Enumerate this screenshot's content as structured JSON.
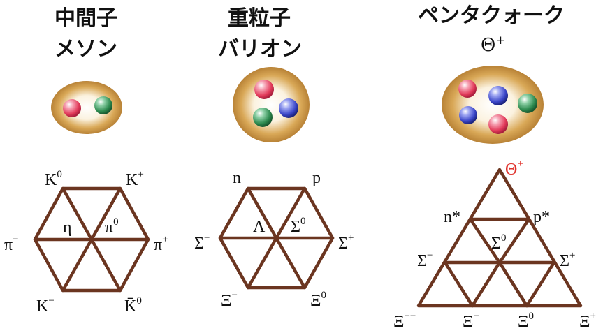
{
  "columns": [
    {
      "title_line1": "中間子",
      "title_line2": "メソン"
    },
    {
      "title_line1": "重粒子",
      "title_line2": "バリオン"
    },
    {
      "title_line1": "ペンタクォーク",
      "title_symbol": "Θ",
      "title_symbol_sup": "+"
    }
  ],
  "colors": {
    "edge": "#6b3520",
    "cloud": "#c18a3c",
    "quark_red": "#e23a5a",
    "quark_green": "#2d8a4f",
    "quark_blue": "#3a45c8",
    "highlight_label": "#e0322c"
  },
  "meson": {
    "labels": {
      "k0": {
        "base": "K",
        "sup": "0"
      },
      "kplus": {
        "base": "K",
        "sup": "+"
      },
      "piminus": {
        "base": "π",
        "sup": "−"
      },
      "eta": {
        "base": "η",
        "sup": ""
      },
      "pi0": {
        "base": "π",
        "sup": "0"
      },
      "piplus": {
        "base": "π",
        "sup": "+"
      },
      "kminus": {
        "base": "K",
        "sup": "−"
      },
      "k0bar": {
        "base": "K̄",
        "sup": "0"
      }
    }
  },
  "baryon": {
    "labels": {
      "n": {
        "base": "n",
        "sup": ""
      },
      "p": {
        "base": "p",
        "sup": ""
      },
      "sigmaminus": {
        "base": "Σ",
        "sup": "−"
      },
      "lambda": {
        "base": "Λ",
        "sup": ""
      },
      "sigma0": {
        "base": "Σ",
        "sup": "0"
      },
      "sigmaplus": {
        "base": "Σ",
        "sup": "+"
      },
      "ximinus": {
        "base": "Ξ",
        "sup": "−"
      },
      "xi0": {
        "base": "Ξ",
        "sup": "0"
      }
    }
  },
  "pentaquark": {
    "labels": {
      "theta": {
        "base": "Θ",
        "sup": "+"
      },
      "nstar": {
        "base": "n*",
        "sup": ""
      },
      "pstar": {
        "base": "p*",
        "sup": ""
      },
      "sigma0": {
        "base": "Σ",
        "sup": "0"
      },
      "sigmaminus": {
        "base": "Σ",
        "sup": "−"
      },
      "sigmaplus": {
        "base": "Σ",
        "sup": "+"
      },
      "ximinusminus": {
        "base": "Ξ",
        "sup": "−−"
      },
      "ximinus": {
        "base": "Ξ",
        "sup": "−"
      },
      "xi0": {
        "base": "Ξ",
        "sup": "0"
      },
      "xiplus": {
        "base": "Ξ",
        "sup": "+"
      }
    }
  }
}
